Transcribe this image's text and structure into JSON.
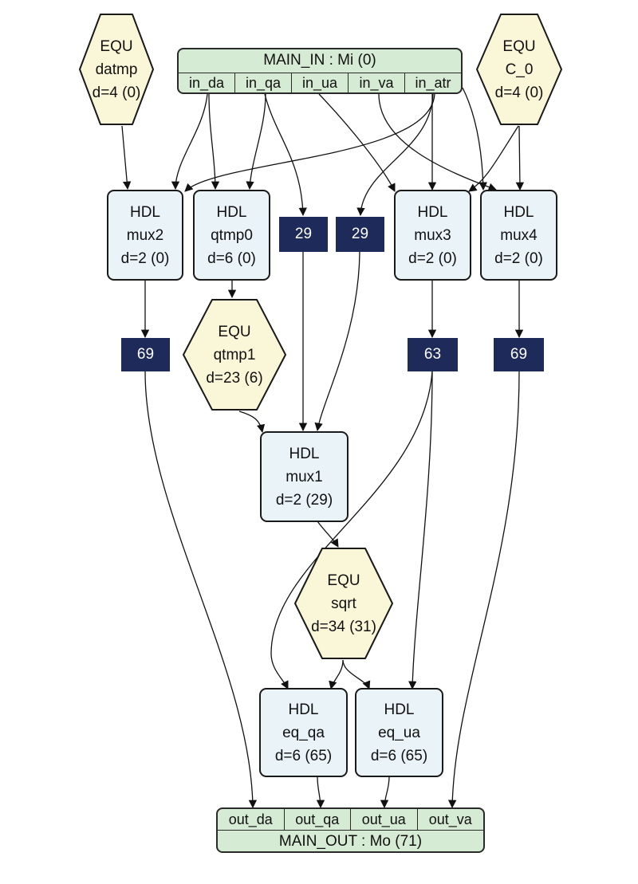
{
  "main_in": {
    "title": "MAIN_IN : Mi (0)",
    "ports": [
      "in_da",
      "in_qa",
      "in_ua",
      "in_va",
      "in_atr"
    ]
  },
  "main_out": {
    "title": "MAIN_OUT : Mo (71)",
    "ports": [
      "out_da",
      "out_qa",
      "out_ua",
      "out_va"
    ]
  },
  "nodes": {
    "equ_datmp": {
      "kind": "EQU",
      "name": "datmp",
      "delay": "d=4 (0)"
    },
    "equ_c0": {
      "kind": "EQU",
      "name": "C_0",
      "delay": "d=4 (0)"
    },
    "hdl_mux2": {
      "kind": "HDL",
      "name": "mux2",
      "delay": "d=2 (0)"
    },
    "hdl_qtmp0": {
      "kind": "HDL",
      "name": "qtmp0",
      "delay": "d=6 (0)"
    },
    "hdl_mux3": {
      "kind": "HDL",
      "name": "mux3",
      "delay": "d=2 (0)"
    },
    "hdl_mux4": {
      "kind": "HDL",
      "name": "mux4",
      "delay": "d=2 (0)"
    },
    "equ_qtmp1": {
      "kind": "EQU",
      "name": "qtmp1",
      "delay": "d=23 (6)"
    },
    "hdl_mux1": {
      "kind": "HDL",
      "name": "mux1",
      "delay": "d=2 (29)"
    },
    "equ_sqrt": {
      "kind": "EQU",
      "name": "sqrt",
      "delay": "d=34 (31)"
    },
    "hdl_eq_qa": {
      "kind": "HDL",
      "name": "eq_qa",
      "delay": "d=6 (65)"
    },
    "hdl_eq_ua": {
      "kind": "HDL",
      "name": "eq_ua",
      "delay": "d=6 (65)"
    }
  },
  "badges": {
    "b29a": "29",
    "b29b": "29",
    "b69a": "69",
    "b63": "63",
    "b69b": "69"
  },
  "colors": {
    "hdl_fill": "#eaf3f8",
    "equ_fill": "#faf6d8",
    "port_fill": "#d6ebd3",
    "badge_fill": "#1e2a5a",
    "edge": "#111111"
  }
}
